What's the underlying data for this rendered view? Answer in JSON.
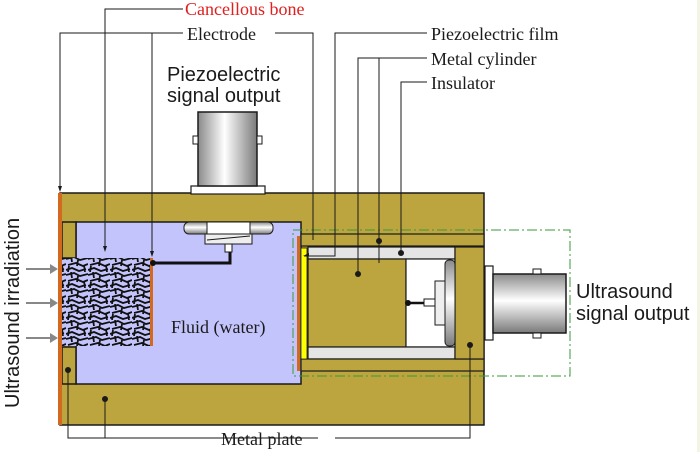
{
  "labels": {
    "cancellous_bone": "Cancellous bone",
    "electrode": "Electrode",
    "piezo_film": "Piezoelectric film",
    "metal_cylinder": "Metal cylinder",
    "insulator": "Insulator",
    "piezo_output_line1": "Piezoelectric",
    "piezo_output_line2": "signal output",
    "us_output_line1": "Ultrasound",
    "us_output_line2": "signal output",
    "fluid": "Fluid (water)",
    "irradiation": "Ultrasound irradiation",
    "metal_plate": "Metal plate"
  },
  "colors": {
    "metal": "#bca43f",
    "fluid": "#c4c4fc",
    "electrode": "#d2691e",
    "film": "#ffff00",
    "insulator": "#e4e4e4",
    "highlight_label": "#e0201e",
    "outline": "#1a1a1a",
    "dashdot_green": "#3a9a3a",
    "arrow_gray": "#888888"
  }
}
